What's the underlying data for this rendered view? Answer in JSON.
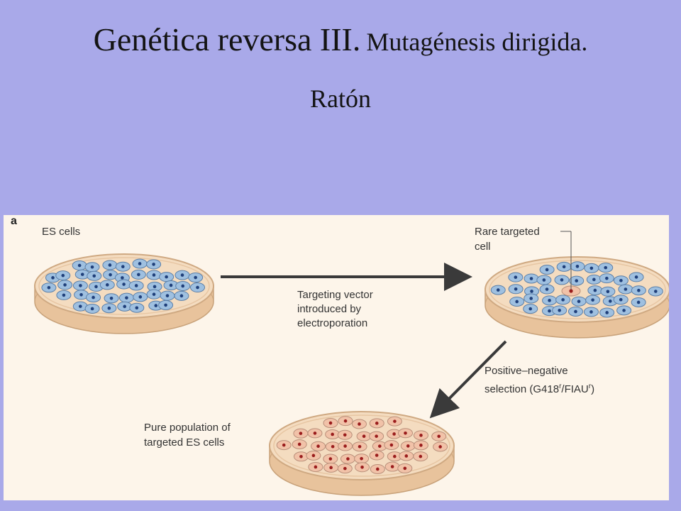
{
  "slide": {
    "title_main": "Genética reversa III.",
    "title_sub": "Mutagénesis dirigida.",
    "subtitle": "Ratón"
  },
  "figure": {
    "panel_label": "a",
    "labels": {
      "es_cells": "ES cells",
      "rare_targeted_line1": "Rare targeted",
      "rare_targeted_line2": "cell",
      "vector_line1": "Targeting vector",
      "vector_line2": "introduced by",
      "vector_line3": "electroporation",
      "selection_line1": "Positive–negative",
      "selection_prefix": "selection (G418",
      "selection_sup1": "r",
      "selection_mid": "/FIAU",
      "selection_sup2": "r",
      "selection_suffix": ")",
      "pure_line1": "Pure population of",
      "pure_line2": "targeted ES cells"
    },
    "colors": {
      "background": "#a9a9e9",
      "figure_bg": "#fdf5ea",
      "dish_fill": "#f4dcc0",
      "dish_rim": "#e8c39c",
      "es_cell": "#9fc0e0",
      "es_nucleus": "#1f3f7a",
      "targeted_cell": "#f1c2a8",
      "targeted_nucleus": "#9a1c1c",
      "arrow": "#3a3a3a"
    }
  }
}
